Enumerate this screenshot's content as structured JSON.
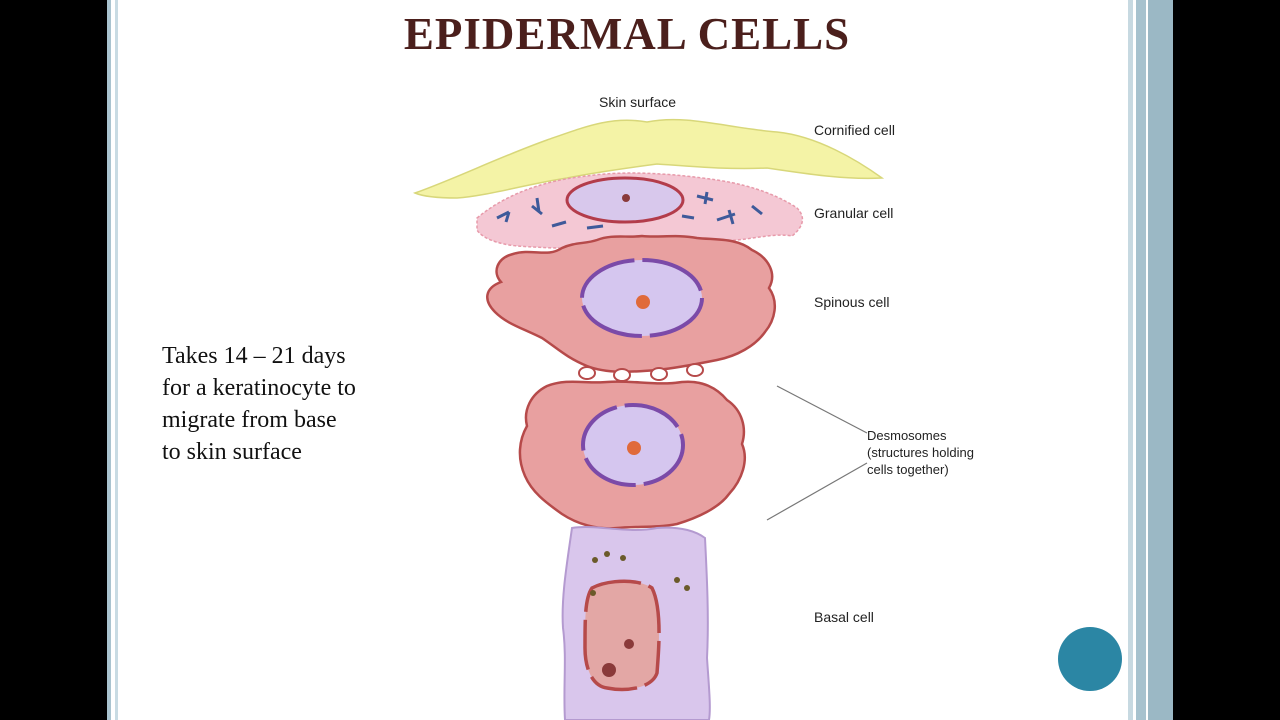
{
  "slide": {
    "title": "EPIDERMAL CELLS",
    "body_lines": [
      "Takes 14 – 21 days",
      "for a keratinocyte to",
      "migrate from base",
      "to skin surface"
    ]
  },
  "diagram": {
    "labels": {
      "skin_surface": "Skin surface",
      "cornified": "Cornified cell",
      "granular": "Granular cell",
      "spinous": "Spinous cell",
      "desmosomes_1": "Desmosomes",
      "desmosomes_2": "(structures holding",
      "desmosomes_3": "cells together)",
      "basal": "Basal cell"
    },
    "colors": {
      "cornified_fill": "#f4f3a6",
      "cell_fill": "#e8a0a0",
      "nucleus_fill": "#c9b8e8",
      "basal_fill": "#d9c6ec",
      "nav_dot": "#2b86a4",
      "title": "#4b1f1c"
    }
  },
  "navigation": {
    "icon": "circle-nav-icon"
  }
}
